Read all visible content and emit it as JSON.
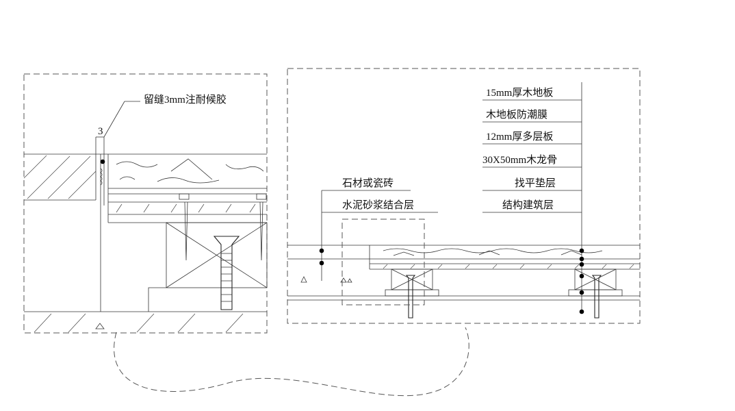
{
  "left_detail": {
    "label_joint": "留缝3mm注耐候胶",
    "dim_value": "3"
  },
  "right_detail": {
    "layers_right": [
      "15mm厚木地板",
      "木地板防潮膜",
      "12mm厚多层板",
      "30X50mm木龙骨",
      "找平垫层",
      "结构建筑层"
    ],
    "layers_left": [
      "石材或瓷砖",
      "水泥砂浆结合层"
    ]
  }
}
